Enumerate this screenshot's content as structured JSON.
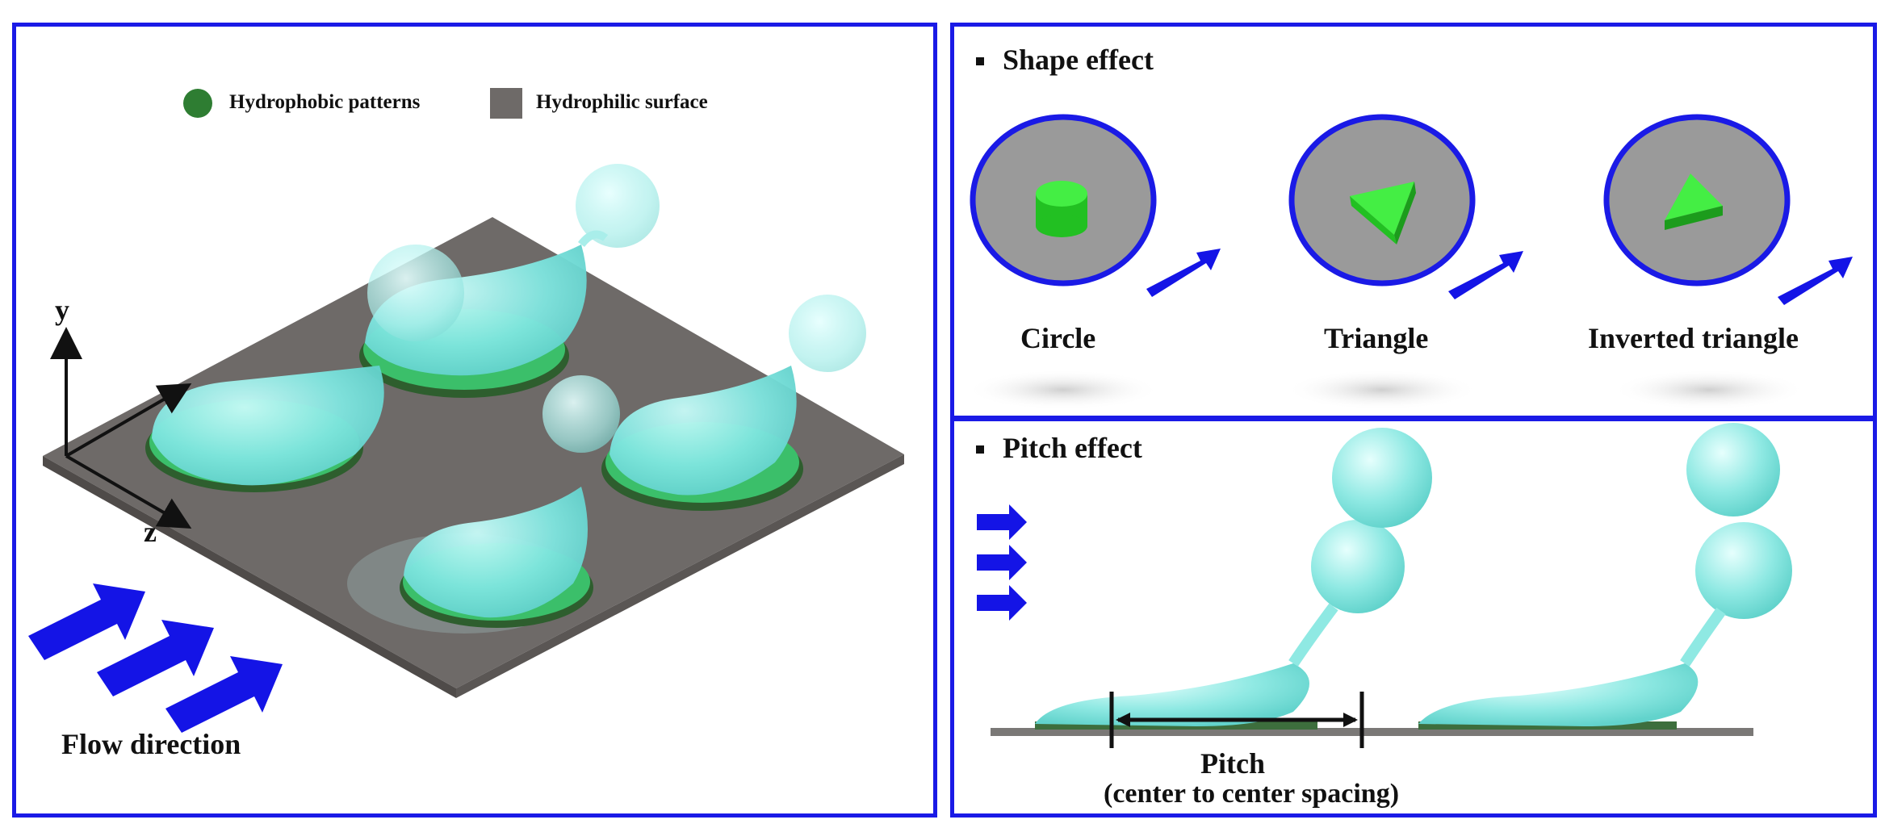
{
  "colors": {
    "border": "#1a1ae6",
    "hydrophobic": "#2e7d32",
    "hydrophilic": "#6e6a68",
    "droplet": "#7fe6e0",
    "flow_arrow": "#1414e6",
    "shape_green": "#2ee62e"
  },
  "left_panel": {
    "legend": [
      {
        "label": "Hydrophobic patterns",
        "icon": "green-circle-icon"
      },
      {
        "label": "Hydrophilic surface",
        "icon": "gray-square-icon"
      }
    ],
    "axis_y": "y",
    "axis_z": "z",
    "flow_label": "Flow direction"
  },
  "shape_panel": {
    "title": "Shape effect",
    "shapes": [
      {
        "label": "Circle",
        "icon": "cylinder-icon"
      },
      {
        "label": "Triangle",
        "icon": "triangle-prism-icon"
      },
      {
        "label": "Inverted triangle",
        "icon": "inverted-triangle-prism-icon"
      }
    ]
  },
  "pitch_panel": {
    "title": "Pitch effect",
    "pitch_label": "Pitch",
    "pitch_sublabel": "(center to center spacing)"
  }
}
